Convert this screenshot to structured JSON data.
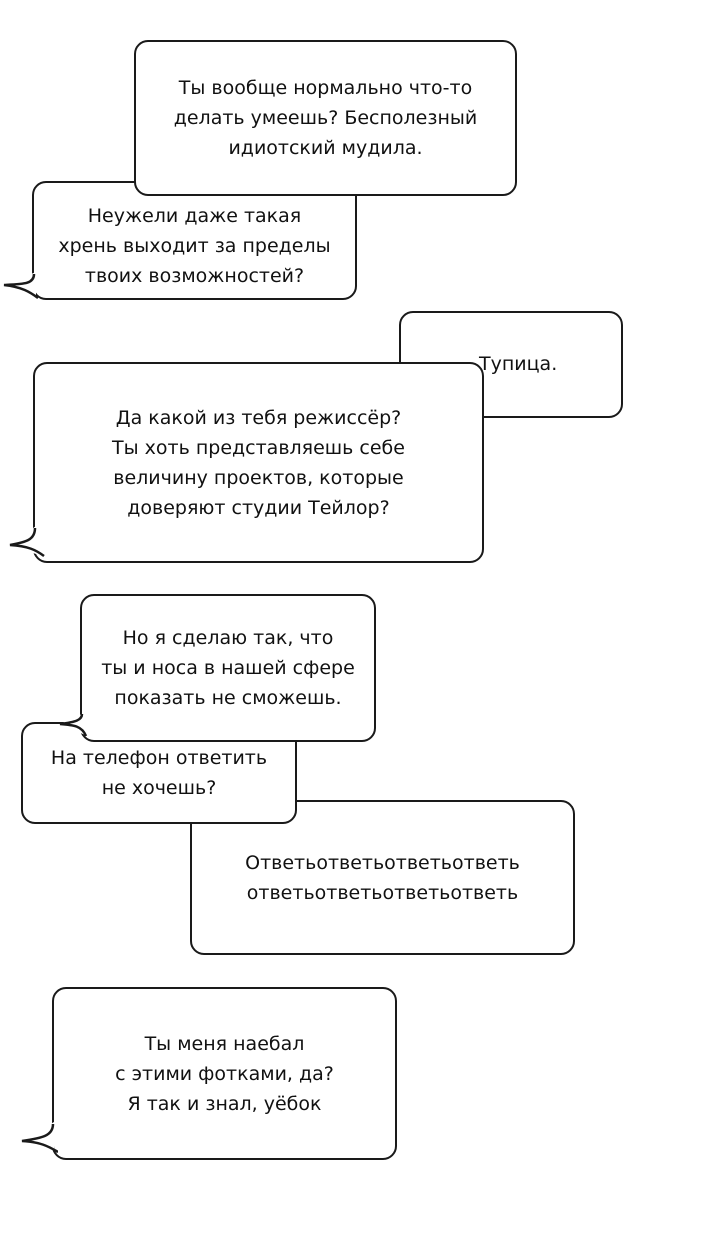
{
  "bubbles": [
    {
      "text": "Ты вообще нормально что-то\nделать умеешь? Бесполезный\nидиотский мудила."
    },
    {
      "text": "Неужели даже такая\nхрень выходит за пределы\nтвоих возможностей?"
    },
    {
      "text": "Тупица."
    },
    {
      "text": "Да какой из тебя режиссёр?\nТы хоть представляешь себе\nвеличину проектов, которые\nдоверяют студии Тейлор?"
    },
    {
      "text": "Но я сделаю так, что\nты и носа в нашей сфере\nпоказать не сможешь."
    },
    {
      "text": "На телефон ответить\nне хочешь?"
    },
    {
      "text": "Ответьответьответьответь\nответьответьответьответь"
    },
    {
      "text": "Ты меня наебал\nс этими фотками, да?\nЯ так и знал, уёбок"
    }
  ]
}
